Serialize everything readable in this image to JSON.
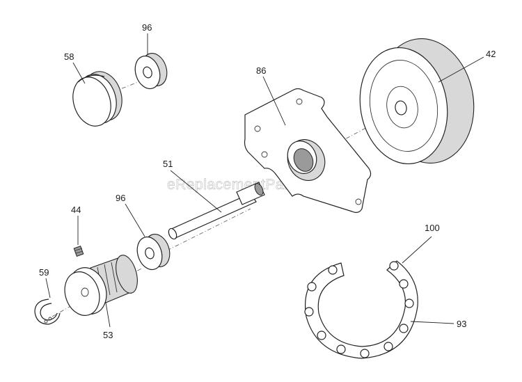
{
  "watermark": "eReplacementParts.com",
  "parts": {
    "p96_top": "96",
    "p58": "58",
    "p86": "86",
    "p42": "42",
    "p51": "51",
    "p96_mid": "96",
    "p44": "44",
    "p100": "100",
    "p59": "59",
    "p53": "53",
    "p93": "93"
  }
}
